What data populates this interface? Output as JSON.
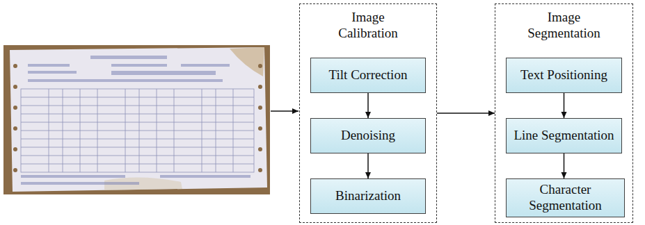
{
  "diagram": {
    "nodes": [
      {
        "text": [
          "Image Calibration"
        ]
      },
      {
        "text": [
          "Tilt Correction"
        ],
        "in": 0
      },
      {
        "text": [
          "Denoising"
        ],
        "in": 0
      },
      {
        "text": [
          "Binarization"
        ],
        "in": 0
      },
      {
        "text": [
          "Image Segmentation"
        ]
      },
      {
        "text": [
          "Text Positioning"
        ],
        "in": 4
      },
      {
        "text": [
          "Line Segmentation"
        ],
        "in": 4
      },
      {
        "text": [
          "Character Segmentation"
        ],
        "in": 4
      }
    ],
    "edges": [
      {
        "from": 1,
        "to": 2,
        "arrow": "to"
      },
      {
        "from": 2,
        "to": 3,
        "arrow": "to"
      },
      {
        "from": 0,
        "to": 4,
        "arrow": "to"
      },
      {
        "from": 5,
        "to": 6,
        "arrow": "to"
      },
      {
        "from": 6,
        "to": 7,
        "arrow": "to"
      }
    ]
  }
}
